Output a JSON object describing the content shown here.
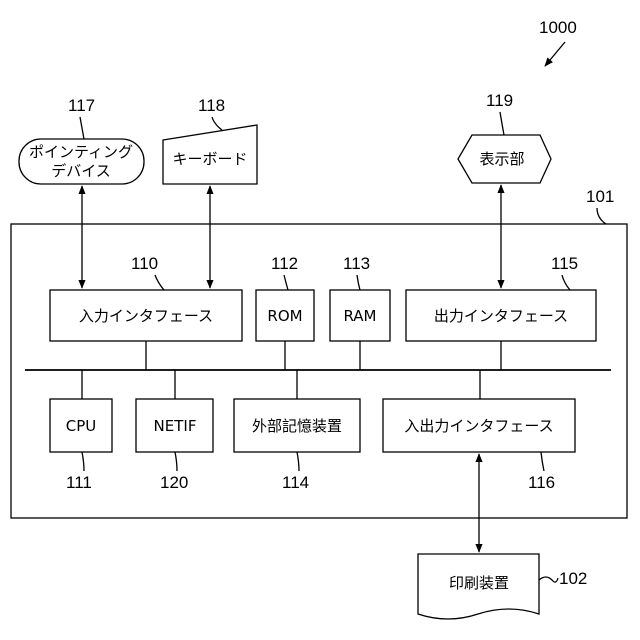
{
  "refs": {
    "system": "1000",
    "computer": "101",
    "printer": "102",
    "input_if": "110",
    "cpu": "111",
    "rom": "112",
    "ram": "113",
    "storage": "114",
    "output_if": "115",
    "io_if": "116",
    "pointing": "117",
    "keyboard": "118",
    "display": "119",
    "netif": "120"
  },
  "labels": {
    "pointing_line1": "ポインティング",
    "pointing_line2": "デバイス",
    "keyboard": "キーボード",
    "display": "表示部",
    "input_if": "入力インタフェース",
    "rom": "ROM",
    "ram": "RAM",
    "output_if": "出力インタフェース",
    "cpu": "CPU",
    "netif": "NETIF",
    "storage": "外部記憶装置",
    "io_if": "入出力インタフェース",
    "printer": "印刷装置"
  }
}
